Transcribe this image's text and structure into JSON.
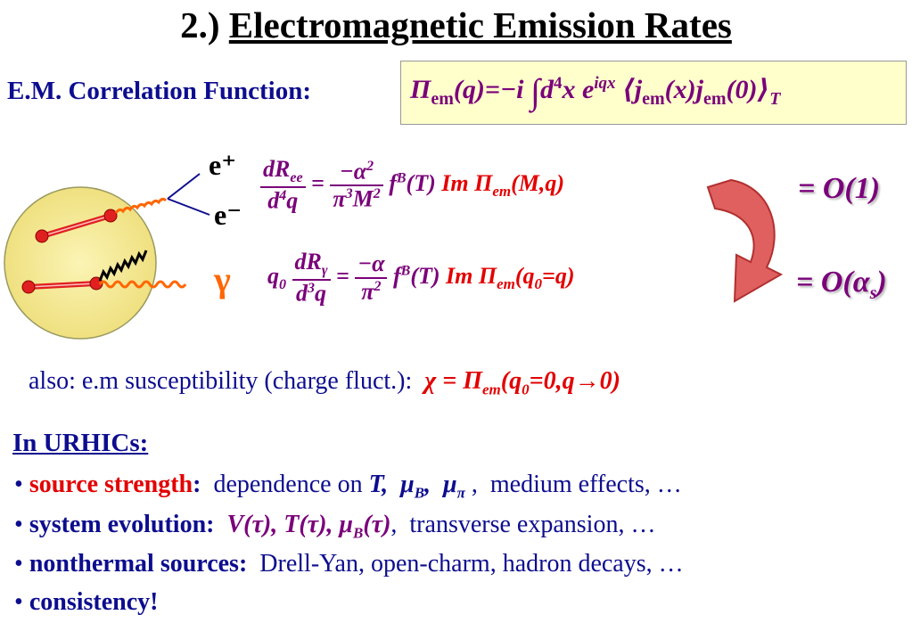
{
  "title": {
    "number": "2.)",
    "text": "Electromagnetic Emission Rates"
  },
  "correlation": {
    "label": "E.M. Correlation Function:",
    "formula": "Π_em(q) = −i ∫d⁴x e^{iqx} ⟨j_em(x) j_em(0)⟩_T"
  },
  "diagram": {
    "eplus": "e⁺",
    "eminus": "e⁻",
    "gamma": "γ"
  },
  "rates": [
    {
      "formula": "dR_ee/d⁴q = (−α²/π³M²) f^B(T) Im Π_em(M,q)",
      "order": "= O(1)"
    },
    {
      "formula": "q₀ dR_γ/d³q = (−α/π²) f^B(T) Im Π_em(q₀=q)",
      "order": "= O(α_s)"
    }
  ],
  "also": {
    "prefix": "also: e.m susceptibility (charge fluct.):",
    "formula": "χ = Π_em(q₀=0,q→0)"
  },
  "urhics": {
    "heading": "In URHICs:",
    "bullets": [
      {
        "key": "source strength",
        "colon": ":",
        "text": "dependence on T, μ_B, μ_π , medium effects, …"
      },
      {
        "key": "system evolution:",
        "text": "V(τ), T(τ), μ_B(τ), transverse expansion, …"
      },
      {
        "key": "nonthermal sources:",
        "text": "Drell-Yan, open-charm, hadron decays, …"
      },
      {
        "key": "consistency!",
        "text": ""
      }
    ]
  },
  "colors": {
    "title": "#000000",
    "navy": "#0d0d8f",
    "purple": "#7a007a",
    "red": "#e30000",
    "box": "#ffffcc",
    "fireball": "#f5ea8f",
    "photon": "#ff6600",
    "arrow": "#e06060"
  }
}
